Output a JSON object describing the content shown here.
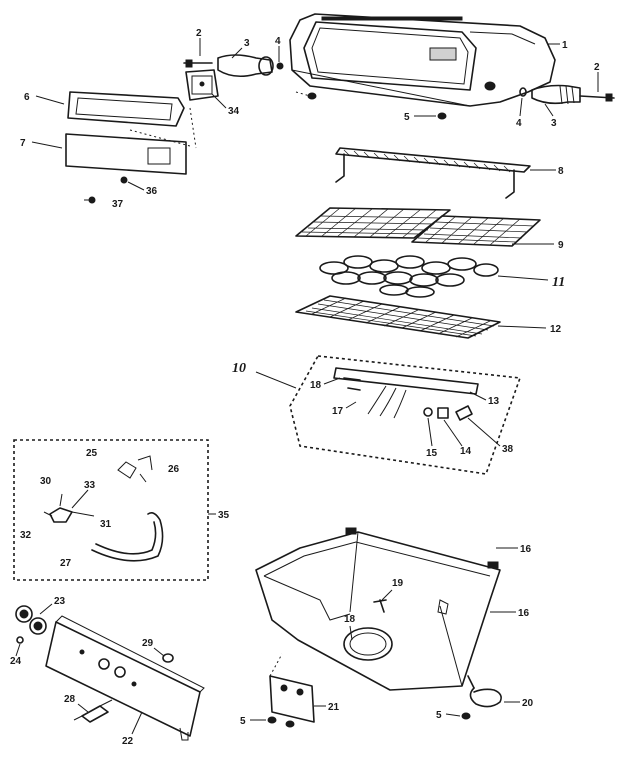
{
  "callouts": {
    "c1": "1",
    "c2a": "2",
    "c2b": "2",
    "c3a": "3",
    "c3b": "3",
    "c4a": "4",
    "c4b": "4",
    "c5a": "5",
    "c5b": "5",
    "c5c": "5",
    "c6": "6",
    "c7": "7",
    "c8": "8",
    "c9": "9",
    "c10": "10",
    "c11": "11",
    "c12": "12",
    "c13": "13",
    "c14": "14",
    "c15": "15",
    "c16a": "16",
    "c16b": "16",
    "c17": "17",
    "c18a": "18",
    "c18b": "18",
    "c19": "19",
    "c20": "20",
    "c21": "21",
    "c22": "22",
    "c23": "23",
    "c24": "24",
    "c25": "25",
    "c26": "26",
    "c27": "27",
    "c28": "28",
    "c29": "29",
    "c30": "30",
    "c31": "31",
    "c32": "32",
    "c33": "33",
    "c34": "34",
    "c35": "35",
    "c36": "36",
    "c37": "37",
    "c38": "38"
  }
}
